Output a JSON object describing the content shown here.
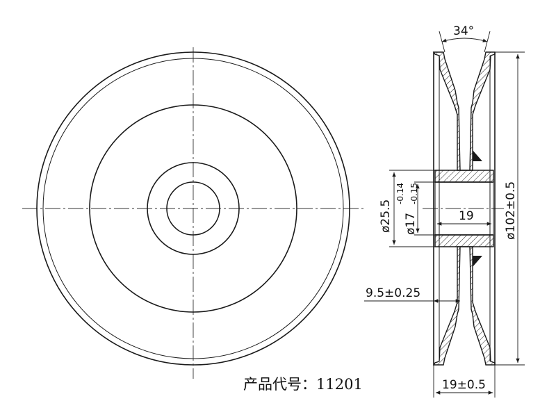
{
  "labels": {
    "angle": "34°",
    "bore_diameter": "ø17",
    "bore_tol_upper": "-0.14",
    "bore_tol_lower": "-0.15",
    "hub_diameter": "ø25.5",
    "hub_length": "19",
    "web_offset": "9.5±0.25",
    "outer_diameter": "ø102±0.5",
    "width": "19±0.5",
    "product_code": "产品代号：11201"
  },
  "colors": {
    "line": "#1a1a1a",
    "background": "#ffffff"
  }
}
